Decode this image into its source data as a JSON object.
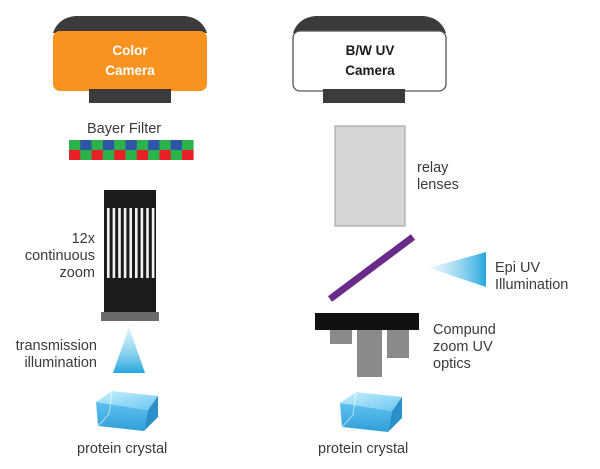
{
  "colors": {
    "color_camera_body": "#f7931e",
    "bw_camera_body": "#ffffff",
    "camera_cap": "#3b3b3b",
    "bayer_red": "#e8202a",
    "bayer_green": "#2bb34b",
    "bayer_blue": "#2f56a6",
    "zoom_lens": "#1c1c1c",
    "relay_lens": "#d6d6d6",
    "uv_mirror": "#6a2a8a",
    "uv_beam": "#3ab5e6",
    "crystal": "#5cc3ef"
  },
  "left_column": {
    "camera_label_line1": "Color",
    "camera_label_line2": "Camera",
    "bayer_filter_label": "Bayer Filter",
    "zoom_label_line1": "12x",
    "zoom_label_line2": "continuous",
    "zoom_label_line3": "zoom",
    "illumination_label_line1": "transmission",
    "illumination_label_line2": "illumination",
    "crystal_label": "protein crystal"
  },
  "right_column": {
    "camera_label_line1": "B/W UV",
    "camera_label_line2": "Camera",
    "relay_label_line1": "relay",
    "relay_label_line2": "lenses",
    "epi_label_line1": "Epi UV",
    "epi_label_line2": "Illumination",
    "optics_label_line1": "Compund",
    "optics_label_line2": "zoom UV",
    "optics_label_line3": "optics",
    "crystal_label": "protein crystal"
  }
}
